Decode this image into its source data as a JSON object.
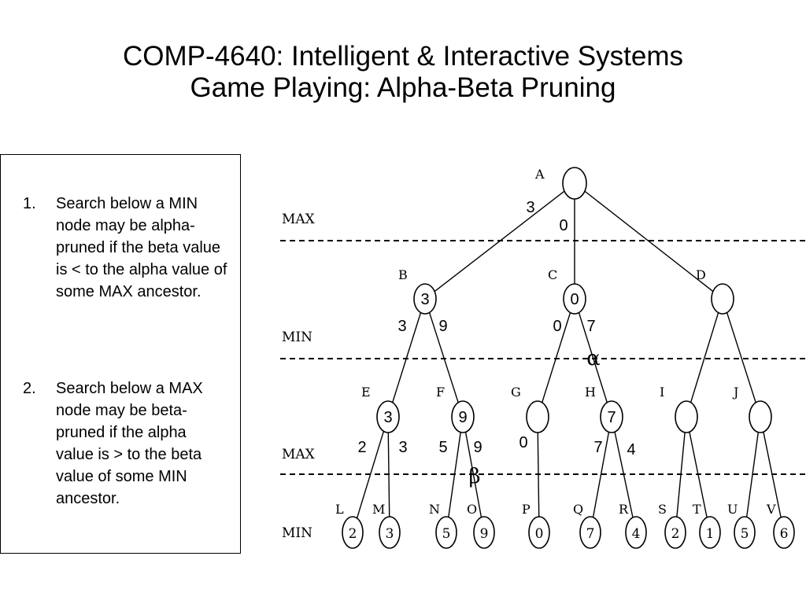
{
  "slide": {
    "title_line1": "COMP-4640: Intelligent & Interactive Systems",
    "title_line2": "Game Playing: Alpha-Beta Pruning"
  },
  "rules": [
    {
      "number": "1.",
      "text": "Search below a MIN node may be alpha-pruned if the beta value is < to the alpha value of some MAX ancestor."
    },
    {
      "number": "2.",
      "text": "Search below a MAX node may be beta-pruned if the alpha value is > to the beta value of some MIN ancestor."
    }
  ],
  "tree": {
    "levels": [
      "MAX",
      "MIN",
      "MAX",
      "MIN"
    ],
    "nodes": [
      {
        "id": "A",
        "level": 0,
        "inside": ""
      },
      {
        "id": "B",
        "level": 1,
        "inside": "3"
      },
      {
        "id": "C",
        "level": 1,
        "inside": "0"
      },
      {
        "id": "D",
        "level": 1,
        "inside": ""
      },
      {
        "id": "E",
        "level": 2,
        "inside": "3"
      },
      {
        "id": "F",
        "level": 2,
        "inside": "9"
      },
      {
        "id": "G",
        "level": 2,
        "inside": ""
      },
      {
        "id": "H",
        "level": 2,
        "inside": "7"
      },
      {
        "id": "I",
        "level": 2,
        "inside": ""
      },
      {
        "id": "J",
        "level": 2,
        "inside": ""
      },
      {
        "id": "L",
        "level": 3,
        "inside": "2"
      },
      {
        "id": "M",
        "level": 3,
        "inside": "3"
      },
      {
        "id": "N",
        "level": 3,
        "inside": "5"
      },
      {
        "id": "O",
        "level": 3,
        "inside": "9"
      },
      {
        "id": "P",
        "level": 3,
        "inside": "0"
      },
      {
        "id": "Q",
        "level": 3,
        "inside": "7"
      },
      {
        "id": "R",
        "level": 3,
        "inside": "4"
      },
      {
        "id": "S",
        "level": 3,
        "inside": "2"
      },
      {
        "id": "T",
        "level": 3,
        "inside": "1"
      },
      {
        "id": "U",
        "level": 3,
        "inside": "5"
      },
      {
        "id": "V",
        "level": 3,
        "inside": "6"
      }
    ],
    "edges": [
      [
        "A",
        "B"
      ],
      [
        "A",
        "C"
      ],
      [
        "A",
        "D"
      ],
      [
        "B",
        "E"
      ],
      [
        "B",
        "F"
      ],
      [
        "C",
        "G"
      ],
      [
        "C",
        "H"
      ],
      [
        "D",
        "I"
      ],
      [
        "D",
        "J"
      ],
      [
        "E",
        "L"
      ],
      [
        "E",
        "M"
      ],
      [
        "F",
        "N"
      ],
      [
        "F",
        "O"
      ],
      [
        "G",
        "P"
      ],
      [
        "H",
        "Q"
      ],
      [
        "H",
        "R"
      ],
      [
        "I",
        "S"
      ],
      [
        "I",
        "T"
      ],
      [
        "J",
        "U"
      ],
      [
        "J",
        "V"
      ]
    ],
    "annotations": [
      {
        "near": "A-left",
        "text": "3"
      },
      {
        "near": "A-right",
        "text": "0"
      },
      {
        "near": "B-left",
        "text": "3"
      },
      {
        "near": "B-right",
        "text": "9"
      },
      {
        "near": "C-left",
        "text": "0"
      },
      {
        "near": "C-right",
        "text": "7"
      },
      {
        "near": "E-left",
        "text": "2"
      },
      {
        "near": "E-right",
        "text": "3"
      },
      {
        "near": "F-left",
        "text": "5"
      },
      {
        "near": "F-right",
        "text": "9"
      },
      {
        "near": "G-left",
        "text": "0"
      },
      {
        "near": "H-left",
        "text": "7"
      },
      {
        "near": "H-right",
        "text": "4"
      }
    ],
    "pruning_marks": [
      {
        "under": "C",
        "symbol": "α"
      },
      {
        "under": "F",
        "symbol": "β"
      }
    ]
  }
}
